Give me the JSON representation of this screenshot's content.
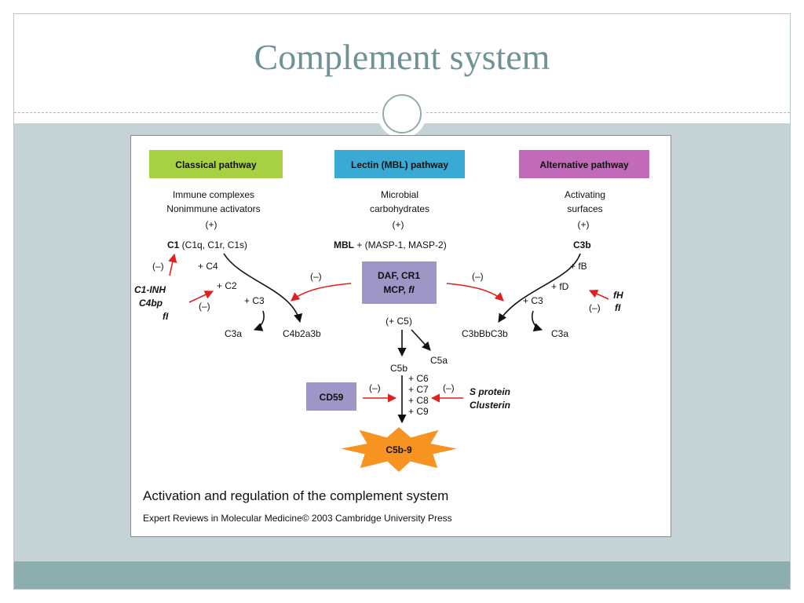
{
  "slide": {
    "title": "Complement system"
  },
  "figure": {
    "headers": {
      "classical": "Classical pathway",
      "lectin": "Lectin (MBL) pathway",
      "alternative": "Alternative pathway"
    },
    "colors": {
      "classical": "#a7d143",
      "lectin": "#3aa9d3",
      "alternative": "#c06ab8",
      "regulator_box": "#9d96c6",
      "burst": "#f79421",
      "inhibit_arrow": "#e02020",
      "accent": "#6f9296"
    },
    "classical": {
      "activator_1": "Immune complexes",
      "activator_2": "Nonimmune activators",
      "plus": "(+)",
      "c1_name": "C1",
      "c1_detail": " (C1q, C1r, C1s)",
      "minus_1": "(–)",
      "c4": "+ C4",
      "c2": "+ C2",
      "c3": "+ C3",
      "minus_2": "(–)",
      "inh_1": "C1-INH",
      "inh_2": "C4bp",
      "inh_3": "fI",
      "product_1": "C3a",
      "product_2": "C4b2a3b"
    },
    "lectin": {
      "activator_1": "Microbial",
      "activator_2": "carbohydrates",
      "plus": "(+)",
      "mbl_name": "MBL",
      "mbl_detail": " + (MASP-1, MASP-2)",
      "regulators_1": "DAF, CR1",
      "regulators_2a": "MCP, ",
      "regulators_2b": "fI",
      "minus_left": "(–)",
      "minus_right": "(–)",
      "c5": "(+ C5)",
      "c5a": "C5a",
      "c5b": "C5b",
      "c6": "+ C6",
      "c7": "+ C7",
      "c8": "+ C8",
      "c9": "+ C9",
      "cd59": "CD59",
      "minus_cd59": "(–)",
      "minus_s": "(–)",
      "s_protein": "S protein",
      "clusterin": "Clusterin",
      "mac": "C5b-9"
    },
    "alternative": {
      "activator_1": "Activating",
      "activator_2": "surfaces",
      "plus": "(+)",
      "c3b": "C3b",
      "fb": "+ fB",
      "fd": "+ fD",
      "c3": "+ C3",
      "fh": "fH",
      "fi": "fI",
      "minus": "(–)",
      "product_1": "C3bBbC3b",
      "product_2": "C3a"
    },
    "caption": "Activation and regulation of the complement system",
    "credit": "Expert Reviews in Molecular Medicine© 2003 Cambridge University Press"
  }
}
